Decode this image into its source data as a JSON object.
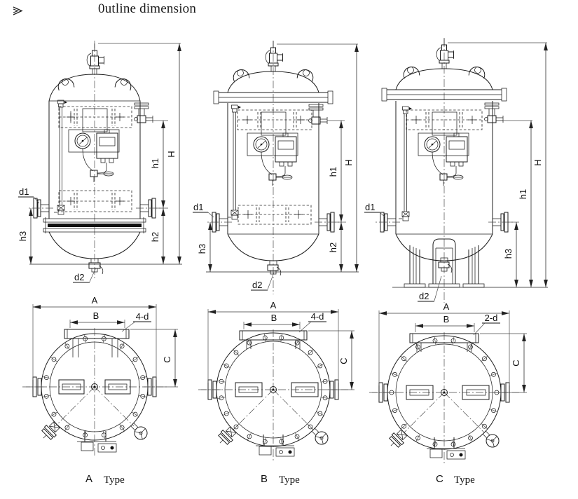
{
  "title": {
    "icon": "arrow-right-bullet",
    "text": "0utline dimension"
  },
  "figures": [
    {
      "caption_letter": "A",
      "caption_word": "Type",
      "elev": {
        "H": "H",
        "h1": "h1",
        "h2": "h2",
        "h3": "h3",
        "d1": "d1",
        "d2": "d2"
      },
      "plan": {
        "A": "A",
        "B": "B",
        "C": "C",
        "holes": "4-d"
      }
    },
    {
      "caption_letter": "B",
      "caption_word": "Type",
      "elev": {
        "H": "H",
        "h1": "h1",
        "h2": "h2",
        "h3": "h3",
        "d1": "d1",
        "d2": "d2"
      },
      "plan": {
        "A": "A",
        "B": "B",
        "C": "C",
        "holes": "4-d"
      }
    },
    {
      "caption_letter": "C",
      "caption_word": "Type",
      "elev": {
        "H": "H",
        "h1": "h1",
        "h3": "h3",
        "d1": "d1",
        "d2": "d2"
      },
      "plan": {
        "A": "A",
        "B": "B",
        "C": "C",
        "holes": "2-d"
      }
    }
  ]
}
